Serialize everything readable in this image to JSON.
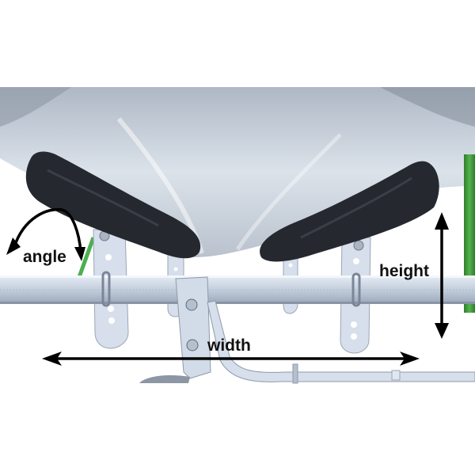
{
  "image": {
    "subject": "kayak carrier cradle supporting hull",
    "background_color": "#ffffff"
  },
  "annotations": {
    "angle": {
      "label": "angle",
      "icon": "curved-double-arrow-icon"
    },
    "height": {
      "label": "height",
      "icon": "vertical-double-arrow-icon"
    },
    "width": {
      "label": "width",
      "icon": "horizontal-double-arrow-icon"
    }
  },
  "colors": {
    "hull": "#c9d2dd",
    "hull_shadow": "#7d8794",
    "pad": "#24272e",
    "metal": "#cfd9e6",
    "metal_edge": "#8e9aab",
    "strap": "#3f9a3a",
    "arrow": "#000000"
  }
}
